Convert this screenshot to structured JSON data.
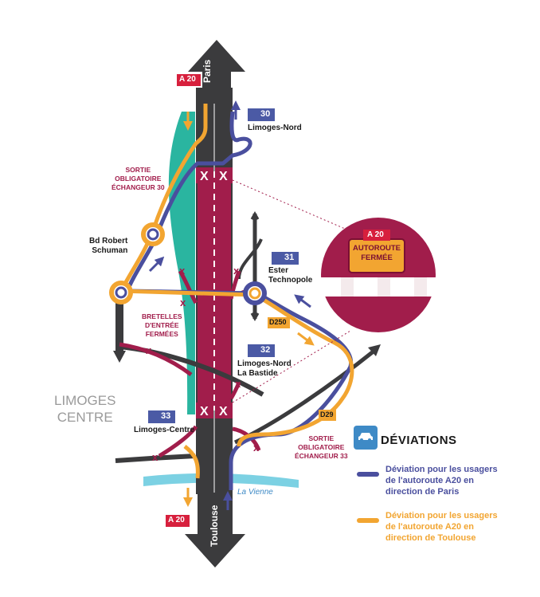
{
  "colors": {
    "paris_route": "#4a4f9e",
    "toulouse_route": "#f2a531",
    "road_dark": "#3b3b3d",
    "closed_ramp": "#a11d4b",
    "river": "#2ab5a0",
    "exit_badge": "#4b5aa5",
    "a20_badge": "#d7203d",
    "road_badge": "#f2a531"
  },
  "highways": {
    "a20_top": "A 20",
    "a20_bottom": "A 20",
    "paris": "Paris",
    "toulouse": "Toulouse"
  },
  "exits": [
    {
      "number": "30",
      "name": "Limoges-Nord"
    },
    {
      "number": "31",
      "name": "Ester\nTechnopole"
    },
    {
      "number": "32",
      "name": "Limoges-Nord\nLa Bastide"
    },
    {
      "number": "33",
      "name": "Limoges-Centre"
    }
  ],
  "roads": {
    "d250": "D250",
    "d29": "D29",
    "bd": "Bd Robert\nSchuman"
  },
  "notes": {
    "sortie_30": "SORTIE\nOBLIGATOIRE\nÉCHANGEUR 30",
    "bretelles": "BRETELLES\nD'ENTRÉE\nFERMÉES",
    "sortie_33": "SORTIE\nOBLIGATOIRE\nÉCHANGEUR 33"
  },
  "city": "LIMOGES\nCENTRE",
  "river": "La Vienne",
  "callout": {
    "badge": "A 20",
    "sign": "AUTOROUTE\nFERMÉE"
  },
  "legend": {
    "title": "DÉVIATIONS",
    "icon": "car-icon",
    "paris": "Déviation pour les usagers de l'autoroute A20 en direction de Paris",
    "toulouse": "Déviation pour les usagers de l'autoroute A20 en direction de Toulouse"
  }
}
